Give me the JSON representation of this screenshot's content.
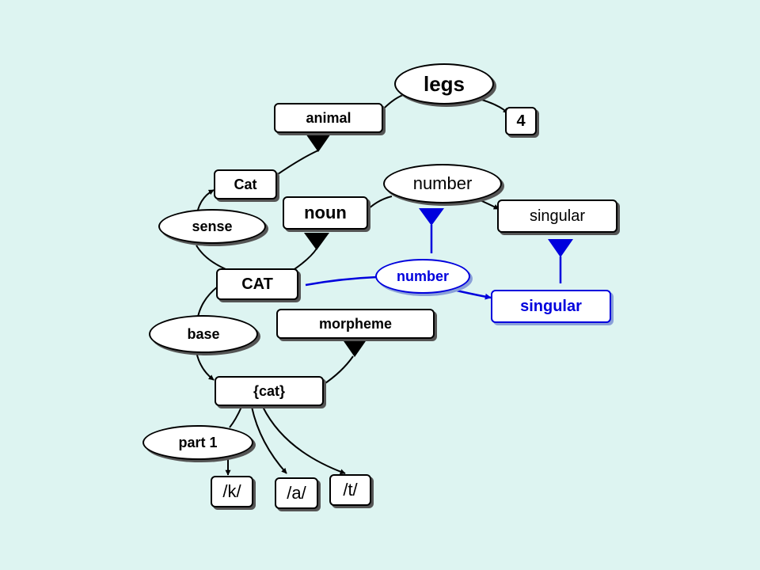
{
  "nodes": {
    "legs": "legs",
    "four": "4",
    "animal": "animal",
    "cat_sense": "Cat",
    "sense": "sense",
    "noun": "noun",
    "number_attr": "number",
    "singular": "singular",
    "cat_word": "CAT",
    "number_blue": "number",
    "singular_blue": "singular",
    "base": "base",
    "morpheme": "morpheme",
    "cat_morpheme": "{cat}",
    "part1": "part 1",
    "k": "/k/",
    "a": "/a/",
    "t": "/t/"
  },
  "colors": {
    "background": "#DDF4F1",
    "black": "#000000",
    "blue": "#0000DD"
  }
}
